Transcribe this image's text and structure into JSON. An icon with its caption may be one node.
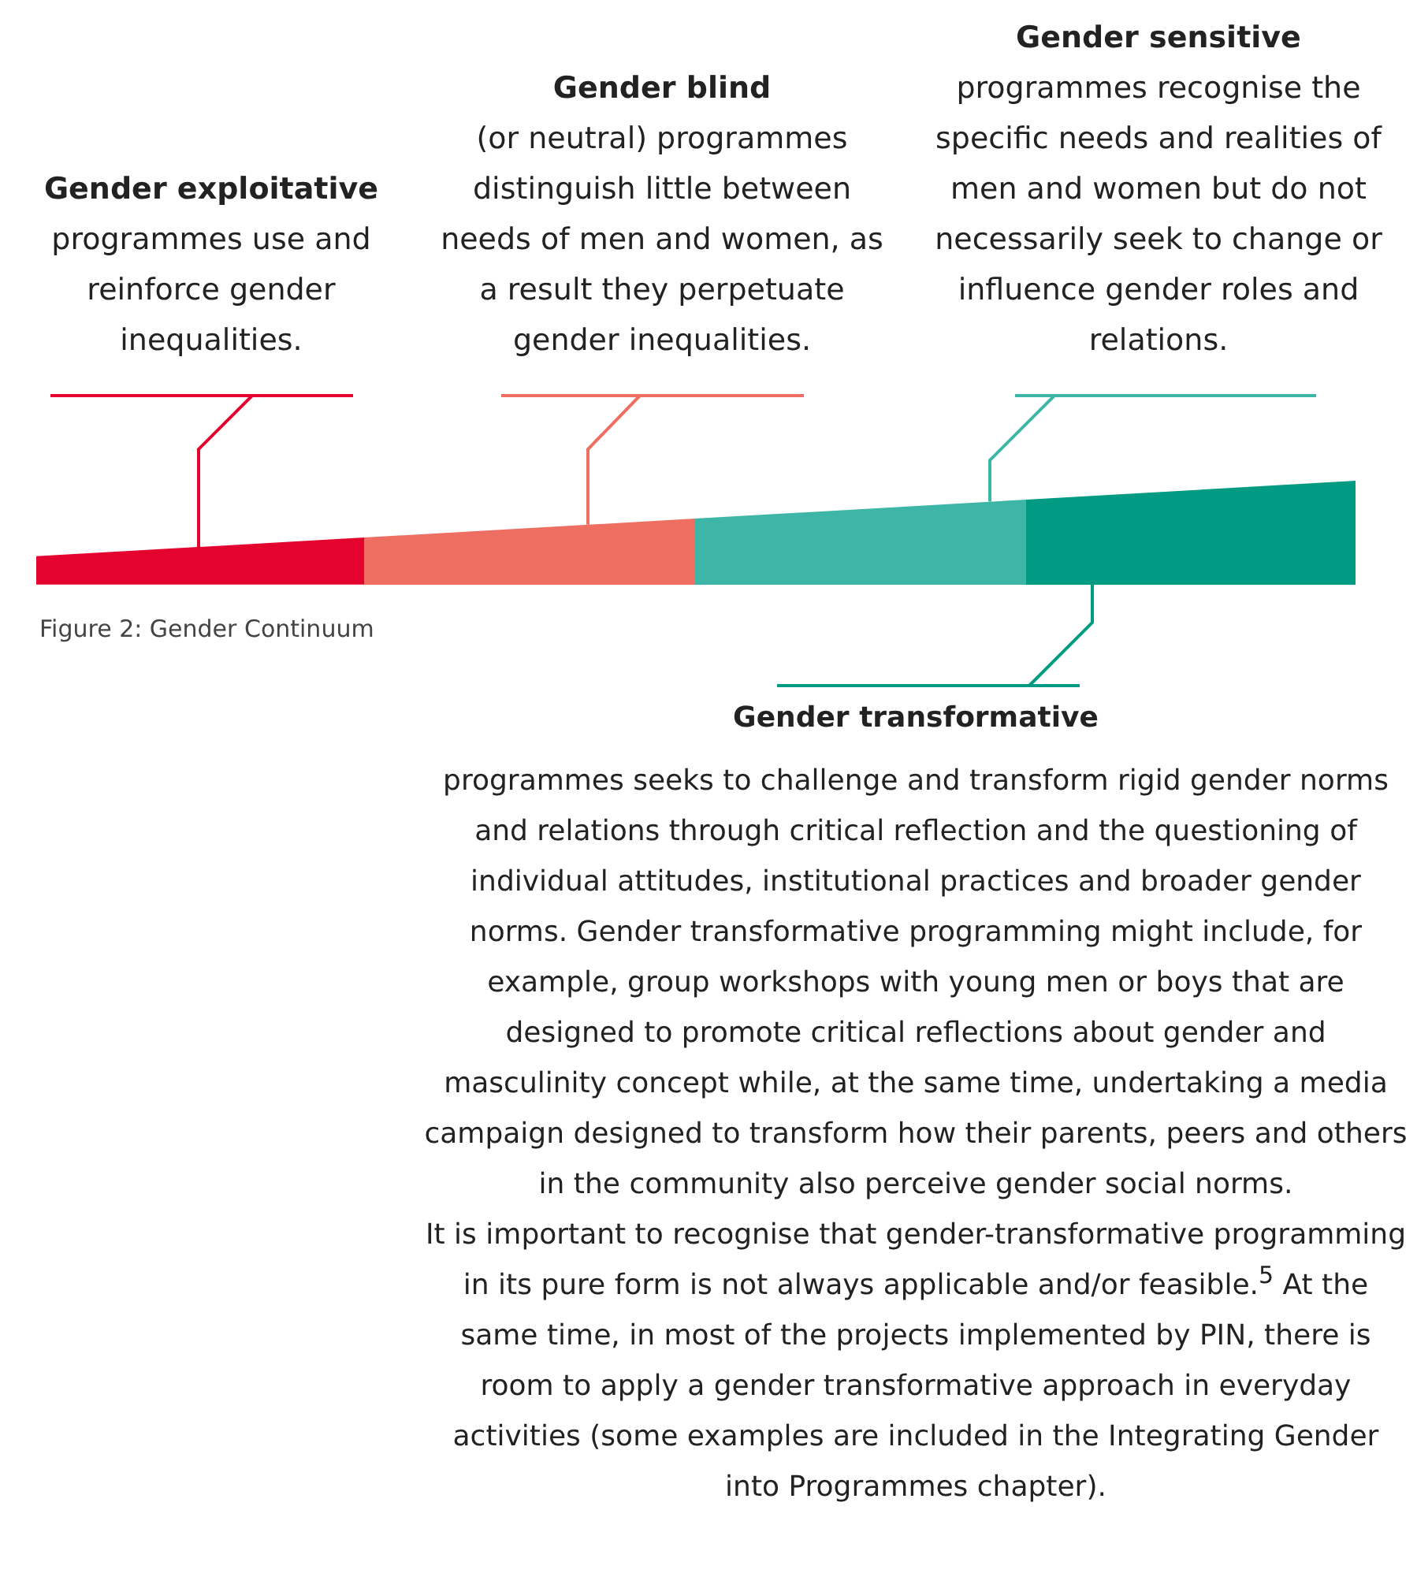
{
  "diagram": {
    "caption": "Figure 2: Gender Continuum",
    "nodes": [
      {
        "text": [
          "Gender exploitative",
          "programmes use and reinforce gender inequalities."
        ]
      },
      {
        "text": [
          "Gender blind",
          "(or neutral) programmes distinguish little between needs of men and women, as a result they perpetuate gender inequalities."
        ]
      },
      {
        "text": [
          "Gender sensitive",
          "programmes recognise the specific needs and realities of men and women but do not necessarily seek to change or influence gender roles and relations."
        ]
      },
      {
        "text": [],
        "shape": "bar"
      },
      {
        "text": [],
        "shape": "bar"
      },
      {
        "text": [],
        "shape": "bar"
      },
      {
        "text": [],
        "shape": "bar"
      },
      {
        "text": [
          "Gender transformative",
          "programmes seeks to challenge and transform rigid gender norms and relations through critical reflection and the questioning of individual attitudes, institutional practices and broader gender norms. Gender transformative programming might include, for example, group workshops with young men or boys that are designed to promote critical reflections about gender and masculinity concept while, at the same time, undertaking a media campaign designed to transform how their parents, peers and others in the community also perceive gender social norms.",
          "It is important to recognise that gender-transformative programming in its pure form is not always applicable and/or feasible.$^{5}$  At the same time, in most of the projects implemented by PIN, there is room to apply a gender transformative approach in everyday activities (some examples are included in the Integrating Gender into Programmes chapter)."
        ]
      }
    ],
    "edges": [
      {
        "from": 0,
        "to": 3,
        "arrow": "none",
        "color": "#e4032e"
      },
      {
        "from": 1,
        "to": 4,
        "arrow": "none",
        "color": "#ee6e62"
      },
      {
        "from": 2,
        "to": 5,
        "arrow": "none",
        "color": "#3db6a8"
      },
      {
        "from": 7,
        "to": 6,
        "arrow": "none",
        "color": "#009b82"
      }
    ]
  }
}
